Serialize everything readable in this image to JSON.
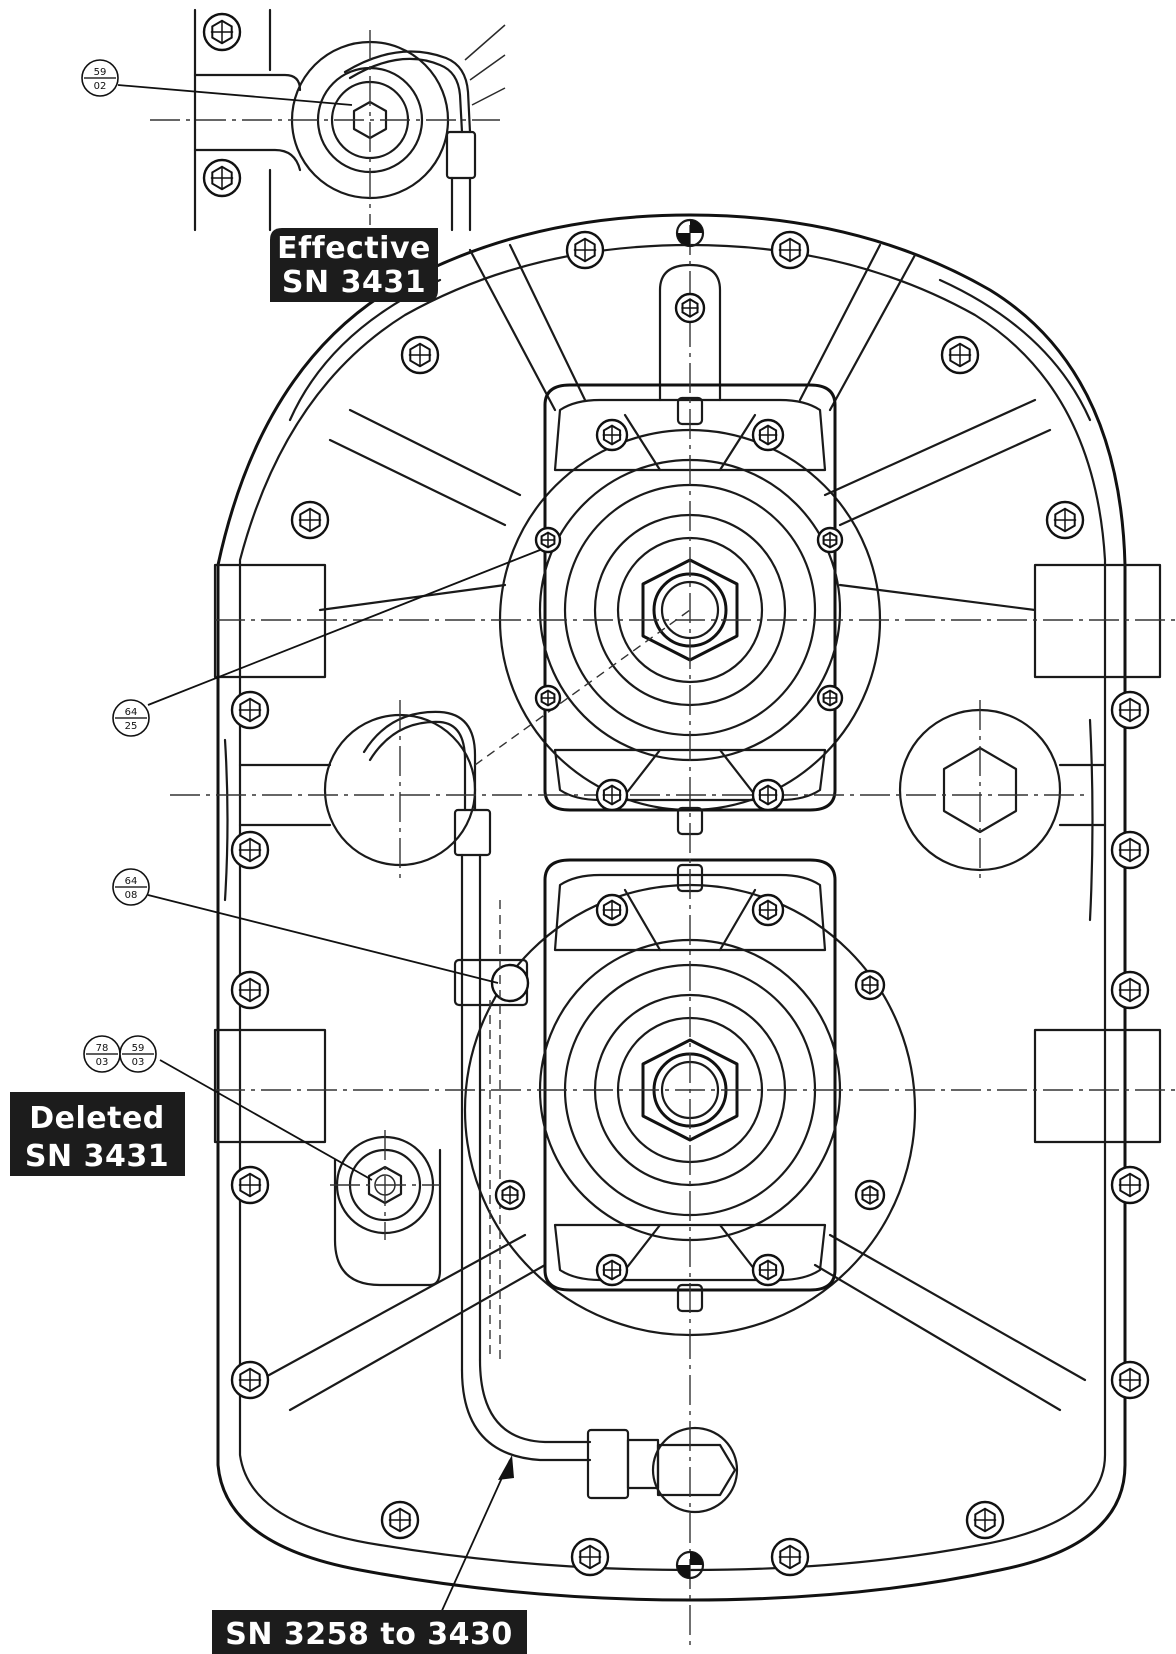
{
  "labels": {
    "effective": [
      "Effective",
      "SN 3431"
    ],
    "deleted": [
      "Deleted",
      "SN 3431"
    ],
    "range": "SN 3258 to 3430"
  },
  "callouts": {
    "c1": [
      "59",
      "02"
    ],
    "c2": [
      "64",
      "25"
    ],
    "c3": [
      "64",
      "08"
    ],
    "c4": [
      "78",
      "03"
    ],
    "c5": [
      "59",
      "03"
    ]
  }
}
